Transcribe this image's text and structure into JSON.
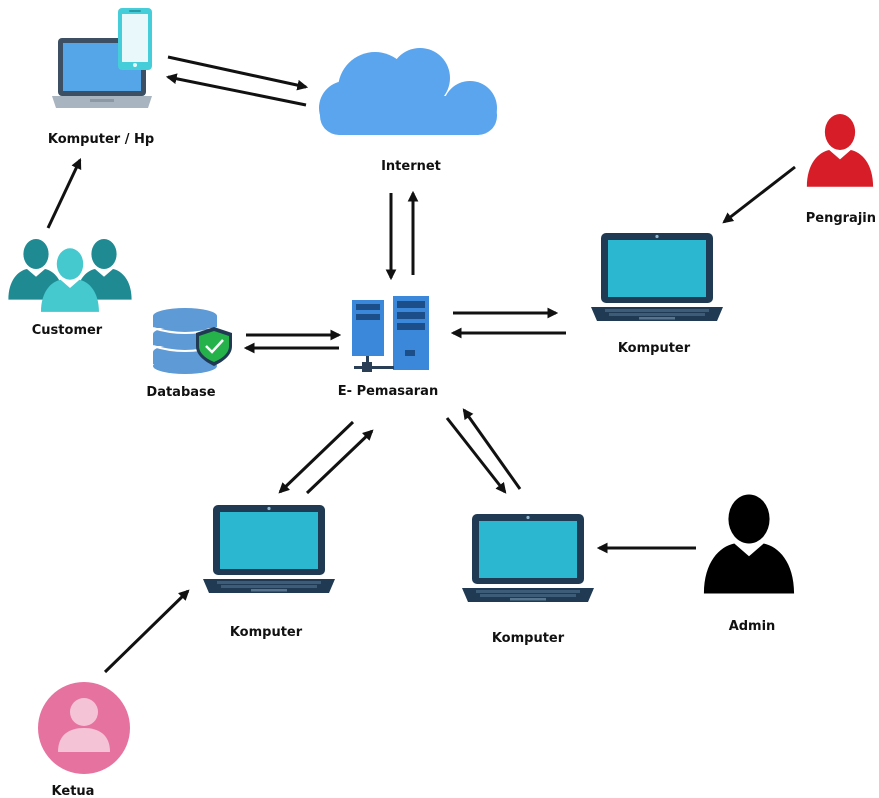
{
  "labels": {
    "komputer_hp": "Komputer / Hp",
    "internet": "Internet",
    "pengrajin": "Pengrajin",
    "customer": "Customer",
    "database": "Database",
    "e_pemasaran": "E- Pemasaran",
    "komputer_right": "Komputer",
    "komputer_left": "Komputer",
    "komputer_mid": "Komputer",
    "admin": "Admin",
    "ketua": "Ketua"
  },
  "icons": {
    "laptop_phone": "laptop-phone-icon",
    "cloud": "cloud-icon",
    "server": "server-icon",
    "database": "database-shield-icon",
    "laptop": "laptop-icon",
    "user_group": "user-group-icon",
    "user": "user-icon",
    "user_circle": "user-circle-icon"
  },
  "colors": {
    "cloud": "#5aa5ee",
    "laptop_frame": "#1f3a52",
    "laptop_screen": "#2ab7cf",
    "server": "#3b87d9",
    "database": "#5d9ad6",
    "shield": "#26b24b",
    "customer": "#2a9fa8",
    "pengrajin": "#d71e28",
    "admin": "#000000",
    "ketua": "#e6739f",
    "arrow": "#111111"
  }
}
